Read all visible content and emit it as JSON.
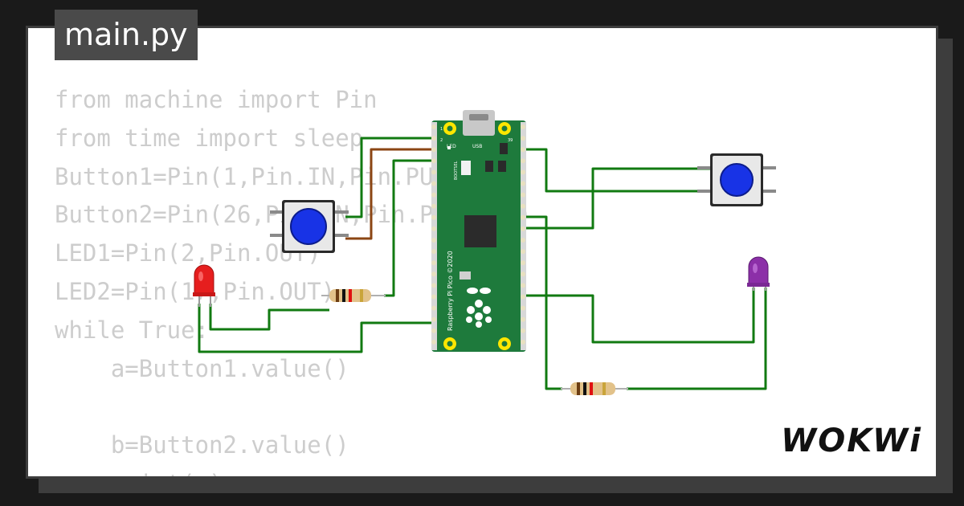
{
  "file_tab": {
    "label": "main.py"
  },
  "code_lines": [
    "from machine import Pin",
    "from time import sleep",
    "Button1=Pin(1,Pin.IN,Pin.PULL_UP)",
    "Button2=Pin(26,Pin.IN,Pin.PULL_UP)",
    "LED1=Pin(2,Pin.OUT)",
    "LED2=Pin(17,Pin.OUT)",
    "while True:",
    "    a=Button1.value()",
    "",
    "    b=Button2.value()",
    "    print(a)"
  ],
  "board": {
    "silkscreen_name": "Raspberry Pi Pico ©2020",
    "led_label": "LED",
    "usb_label": "USB",
    "bootsel_label": "BOOTSEL",
    "pin1_label": "1",
    "pin2_label": "2",
    "pin39_label": "39",
    "color": "#1e7a3c"
  },
  "logo": {
    "text": "WOKWi"
  },
  "colors": {
    "wire_green": "#117a11",
    "wire_brown": "#8b4513",
    "button_cap": "#1833e6",
    "led_left": "#e61e1e",
    "led_right": "#8c2fa8"
  }
}
